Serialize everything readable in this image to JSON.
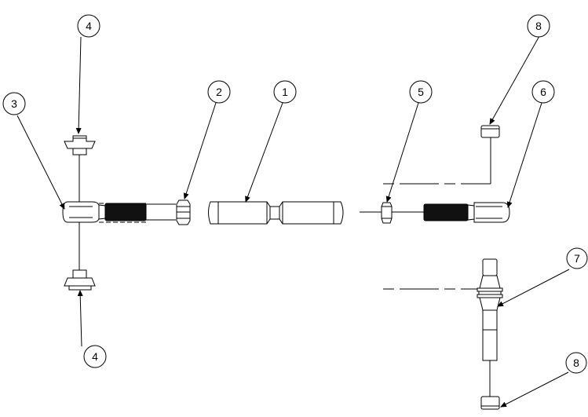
{
  "balloons": [
    {
      "id": "b1",
      "label": "1"
    },
    {
      "id": "b2",
      "label": "2"
    },
    {
      "id": "b3",
      "label": "3"
    },
    {
      "id": "b4-top",
      "label": "4"
    },
    {
      "id": "b4-bottom",
      "label": "4"
    },
    {
      "id": "b5",
      "label": "5"
    },
    {
      "id": "b6",
      "label": "6"
    },
    {
      "id": "b7",
      "label": "7"
    },
    {
      "id": "b8-top",
      "label": "8"
    },
    {
      "id": "b8-bottom",
      "label": "8"
    }
  ],
  "colors": {
    "line": "#000000",
    "thread": "#111111",
    "background": "#ffffff"
  }
}
